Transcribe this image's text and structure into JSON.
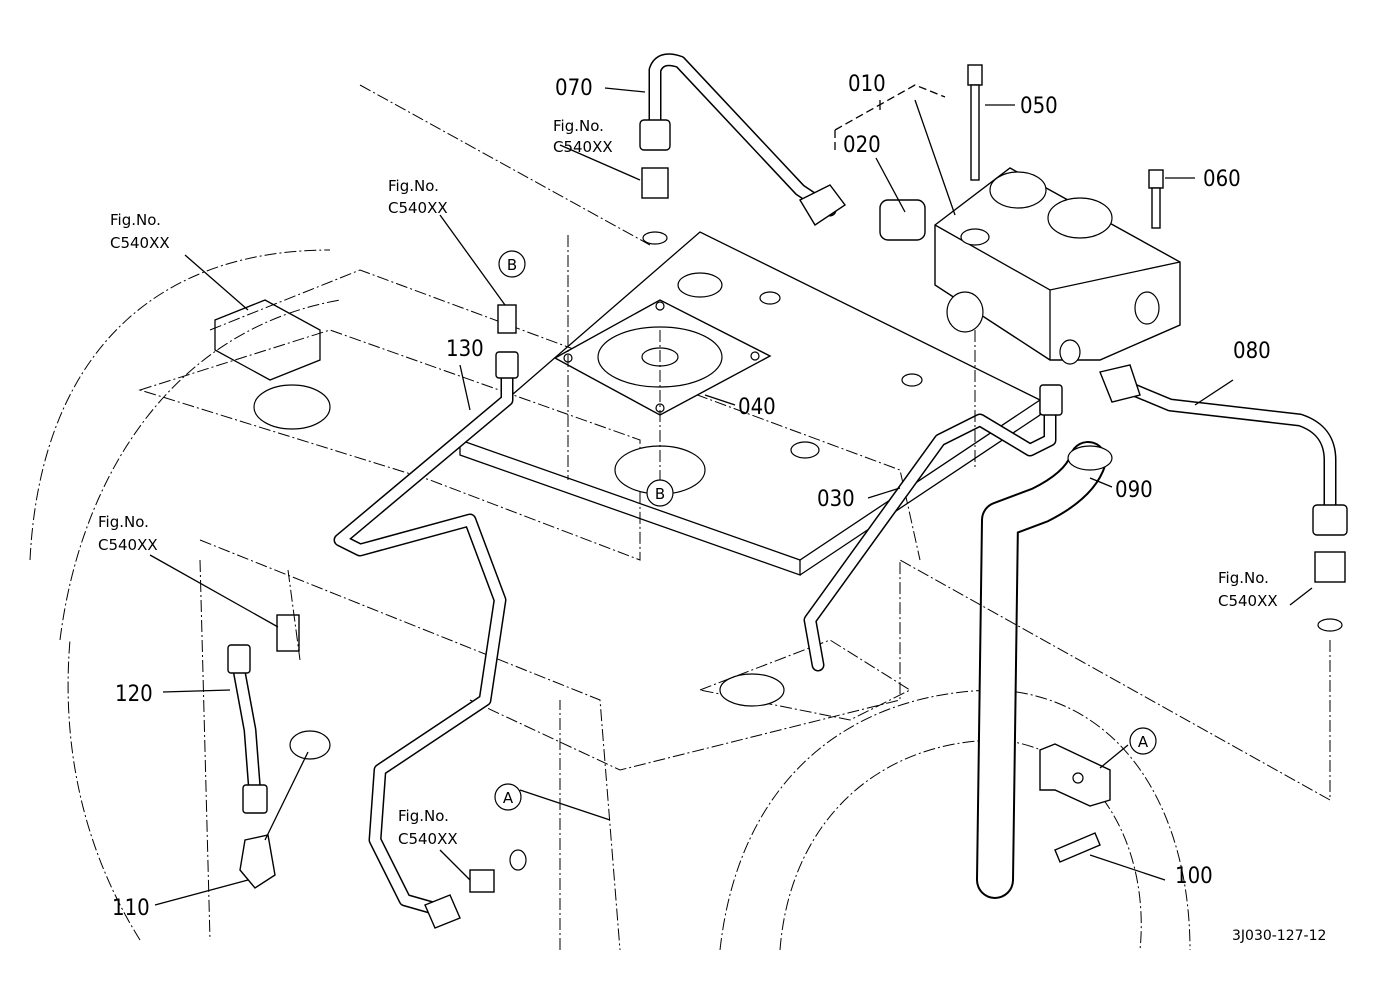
{
  "diagram": {
    "drawing_code": "3J030-127-12",
    "fig_ref": {
      "line1": "Fig.No.",
      "line2": "C540XX"
    },
    "part_labels": {
      "p010": "010",
      "p020": "020",
      "p030": "030",
      "p040": "040",
      "p050": "050",
      "p060": "060",
      "p070": "070",
      "p080": "080",
      "p090": "090",
      "p100": "100",
      "p110": "110",
      "p120": "120",
      "p130": "130"
    },
    "connection_markers": {
      "a": "A",
      "b": "B"
    }
  }
}
